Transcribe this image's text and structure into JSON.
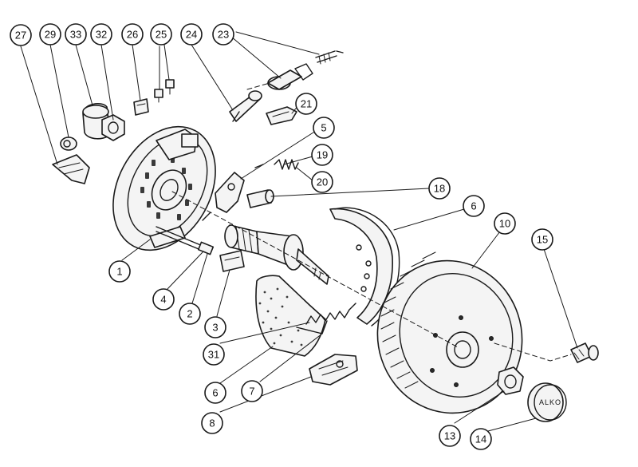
{
  "callouts": [
    {
      "id": "27",
      "label": "27"
    },
    {
      "id": "29",
      "label": "29"
    },
    {
      "id": "33",
      "label": "33"
    },
    {
      "id": "32",
      "label": "32"
    },
    {
      "id": "26",
      "label": "26"
    },
    {
      "id": "25",
      "label": "25"
    },
    {
      "id": "24",
      "label": "24"
    },
    {
      "id": "23",
      "label": "23"
    },
    {
      "id": "21",
      "label": "21"
    },
    {
      "id": "5",
      "label": "5"
    },
    {
      "id": "19",
      "label": "19"
    },
    {
      "id": "20",
      "label": "20"
    },
    {
      "id": "18",
      "label": "18"
    },
    {
      "id": "6a",
      "label": "6"
    },
    {
      "id": "10",
      "label": "10"
    },
    {
      "id": "15",
      "label": "15"
    },
    {
      "id": "1",
      "label": "1"
    },
    {
      "id": "4",
      "label": "4"
    },
    {
      "id": "2",
      "label": "2"
    },
    {
      "id": "3",
      "label": "3"
    },
    {
      "id": "31",
      "label": "31"
    },
    {
      "id": "6b",
      "label": "6"
    },
    {
      "id": "7",
      "label": "7"
    },
    {
      "id": "8",
      "label": "8"
    },
    {
      "id": "13",
      "label": "13"
    },
    {
      "id": "14",
      "label": "14"
    }
  ],
  "hub_cap_text": "ALKO"
}
